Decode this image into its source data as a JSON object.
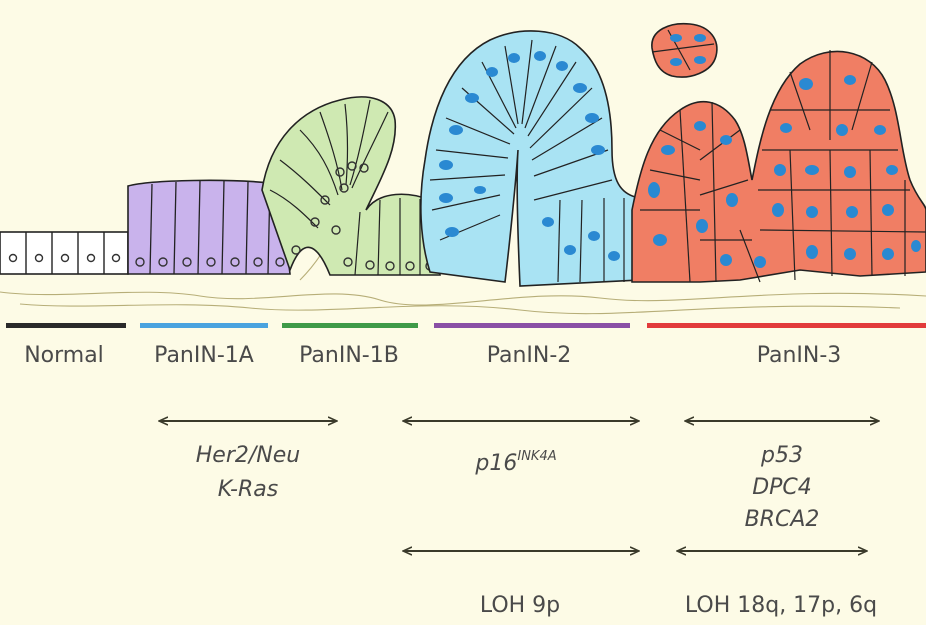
{
  "stages": [
    {
      "key": "normal",
      "label": "Normal",
      "color": "#2a2a2a"
    },
    {
      "key": "panin1a",
      "label": "PanIN-1A",
      "color": "#4aa3df"
    },
    {
      "key": "panin1b",
      "label": "PanIN-1B",
      "color": "#3f9a48"
    },
    {
      "key": "panin2",
      "label": "PanIN-2",
      "color": "#8a4fa5"
    },
    {
      "key": "panin3",
      "label": "PanIN-3",
      "color": "#e23b3b"
    }
  ],
  "markers": {
    "group1": {
      "line1": "Her2/Neu",
      "line2": "K-Ras"
    },
    "group2": {
      "base": "p16",
      "sup": "INK4A"
    },
    "group3": {
      "line1": "p53",
      "line2": "DPC4",
      "line3": "BRCA2"
    },
    "loh1": "LOH 9p",
    "loh2": "LOH 18q, 17p, 6q"
  },
  "colors": {
    "normal_cell": "#ffffff",
    "panin1a_cell": "#c9b3ec",
    "panin1b_cell": "#cfe9b2",
    "panin2_cell": "#a9e3f3",
    "panin3_cell": "#f07e64",
    "nucleus_blue": "#2a89d2",
    "arrow": "#3a3a2a",
    "background": "#fdfbe6"
  }
}
